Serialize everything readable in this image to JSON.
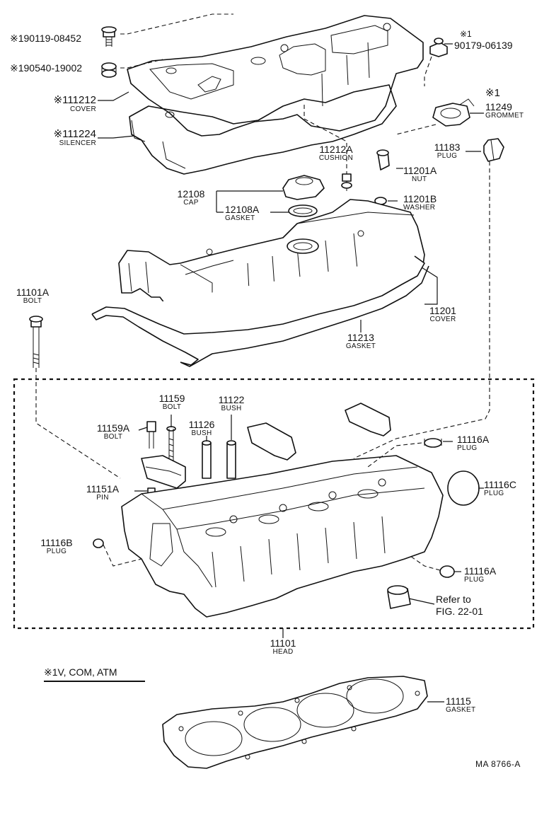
{
  "labels": {
    "p190119": {
      "num": "※190119-08452",
      "name": ""
    },
    "p190540": {
      "num": "※190540-19002",
      "name": ""
    },
    "p111212": {
      "num": "※111212",
      "name": "COVER"
    },
    "p111224": {
      "num": "※111224",
      "name": "SILENCER"
    },
    "p90179": {
      "num": "90179-06139",
      "mark": "※1"
    },
    "p11249": {
      "num": "11249",
      "name": "GROMMET",
      "mark": "※1"
    },
    "p11212A": {
      "num": "11212A",
      "name": "CUSHION"
    },
    "p11183": {
      "num": "11183",
      "name": "PLUG"
    },
    "p11201A": {
      "num": "11201A",
      "name": "NUT"
    },
    "p12108": {
      "num": "12108",
      "name": "CAP"
    },
    "p12108A": {
      "num": "12108A",
      "name": "GASKET"
    },
    "p11201B": {
      "num": "11201B",
      "name": "WASHER"
    },
    "p11101A": {
      "num": "11101A",
      "name": "BOLT"
    },
    "p11201": {
      "num": "11201",
      "name": "COVER"
    },
    "p11213": {
      "num": "11213",
      "name": "GASKET"
    },
    "p11159": {
      "num": "11159",
      "name": "BOLT"
    },
    "p11122": {
      "num": "11122",
      "name": "BUSH"
    },
    "p11126": {
      "num": "11126",
      "name": "BUSH"
    },
    "p11159A": {
      "num": "11159A",
      "name": "BOLT"
    },
    "p11116A_top": {
      "num": "11116A",
      "name": "PLUG"
    },
    "p11151A": {
      "num": "11151A",
      "name": "PIN"
    },
    "p11116C": {
      "num": "11116C",
      "name": "PLUG"
    },
    "p11116B": {
      "num": "11116B",
      "name": "PLUG"
    },
    "p11116A_bot": {
      "num": "11116A",
      "name": "PLUG"
    },
    "refer": {
      "line1": "Refer to",
      "line2": "FIG. 22-01"
    },
    "p11101": {
      "num": "11101",
      "name": "HEAD"
    },
    "p11115": {
      "num": "11115",
      "name": "GASKET"
    }
  },
  "note": "※1V, COM, ATM",
  "footer": "MA  8766-A"
}
